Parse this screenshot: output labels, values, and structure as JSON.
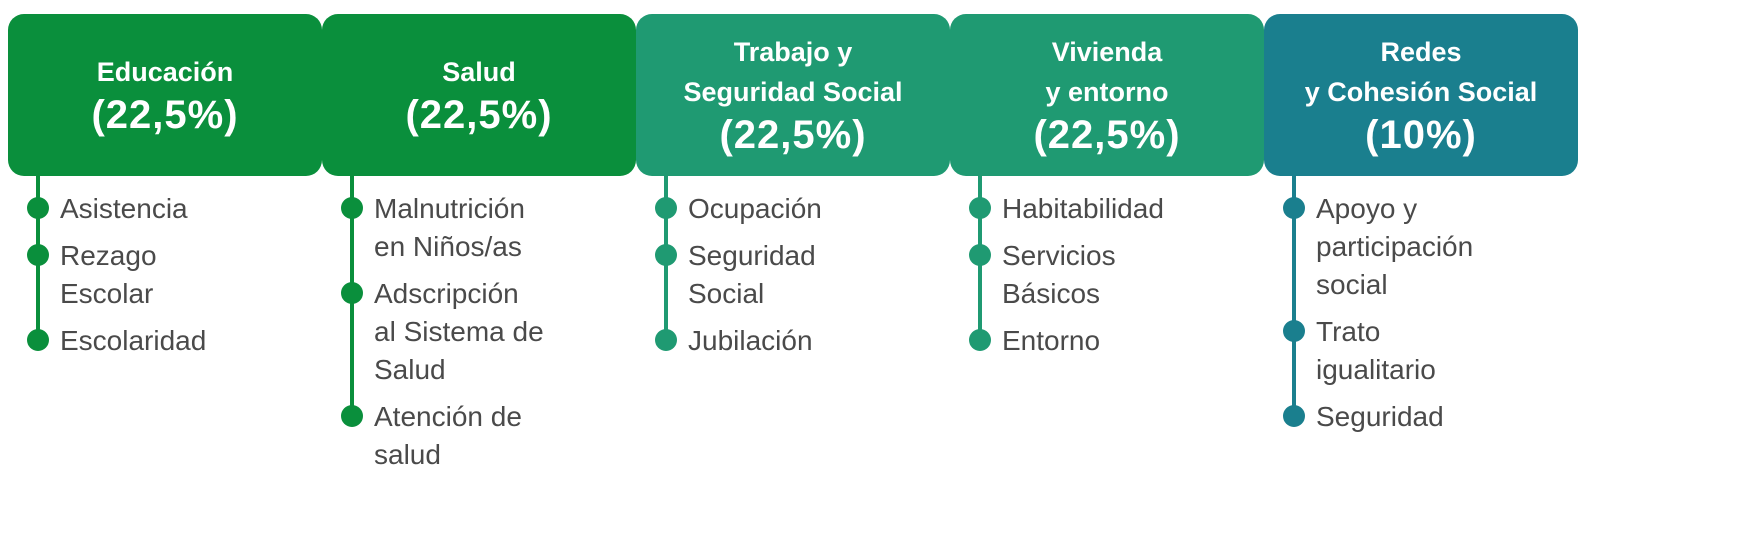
{
  "categories": [
    {
      "title": "Educación",
      "percent": "(22,5%)",
      "color": "#0a8f3c",
      "items": [
        "Asistencia",
        "Rezago\nEscolar",
        "Escolaridad"
      ]
    },
    {
      "title": "Salud",
      "percent": "(22,5%)",
      "color": "#0a8f3c",
      "items": [
        "Malnutrición\nen Niños/as",
        "Adscripción\nal Sistema de\nSalud",
        "Atención de\nsalud"
      ]
    },
    {
      "title": "Trabajo y\nSeguridad Social",
      "percent": "(22,5%)",
      "color": "#1f9a72",
      "items": [
        "Ocupación",
        "Seguridad\nSocial",
        "Jubilación"
      ]
    },
    {
      "title": "Vivienda\ny entorno",
      "percent": "(22,5%)",
      "color": "#1f9a72",
      "items": [
        "Habitabilidad",
        "Servicios\nBásicos",
        "Entorno"
      ]
    },
    {
      "title": "Redes\ny Cohesión Social",
      "percent": "(10%)",
      "color": "#1a7f8e",
      "items": [
        "Apoyo y\nparticipación\nsocial",
        "Trato\nigualitario",
        "Seguridad"
      ]
    }
  ]
}
